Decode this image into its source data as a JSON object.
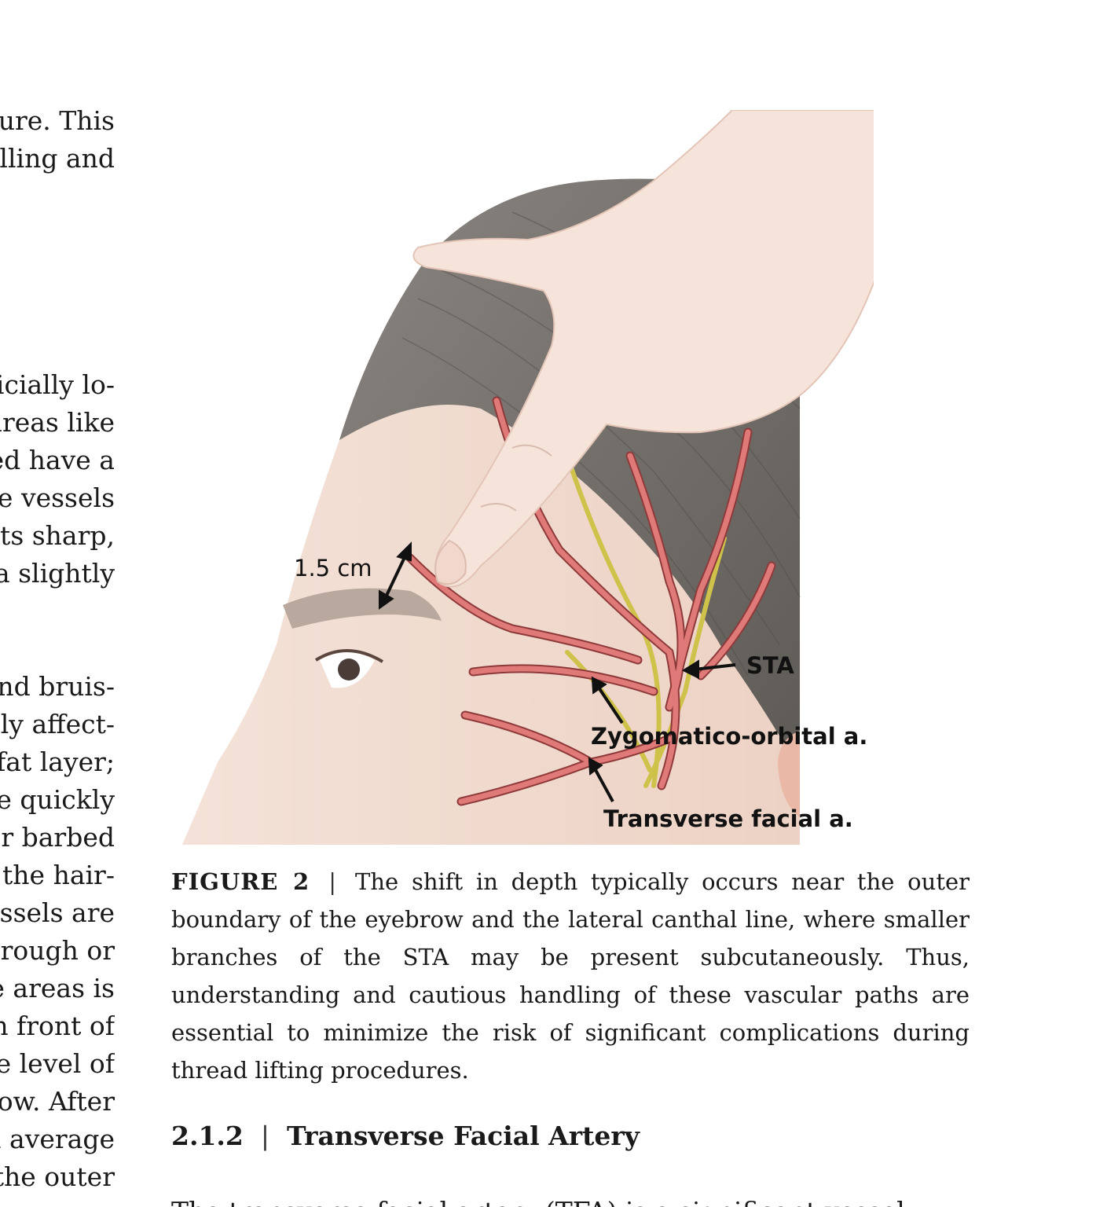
{
  "left_column": [
    "ure. This",
    "lling and",
    "icially lo-",
    "areas like",
    "ed have a",
    "se vessels",
    "rts sharp,",
    "a slightly",
    "nd bruis-",
    "ily affect-",
    "fat layer;",
    "e quickly",
    "er barbed",
    "r the hair-",
    "essels are",
    "rough or",
    "e areas is",
    "n front of",
    "e level of",
    "ow. After",
    "n average",
    "the outer"
  ],
  "figure": {
    "labels": {
      "distance": "1.5 cm",
      "sta": "STA",
      "zygomatico": "Zygomatico-orbital a.",
      "transverse": "Transverse facial a."
    },
    "colors": {
      "artery": "#e07a78",
      "artery_outline": "#8e3a3a",
      "nerve": "#e8e060",
      "hair": "#6e6a66",
      "skin": "#f2ddd2",
      "hand": "#f6e3da"
    }
  },
  "caption": {
    "label": "FIGURE 2",
    "separator": "|",
    "text": "The shift in depth typically occurs near the outer boundary of the eyebrow and the lateral canthal line, where smaller branches of the STA may be present subcutaneously. Thus, understanding and cautious handling of these vascular paths are essential to minimize the risk of significant complications during thread lifting procedures."
  },
  "section": {
    "number": "2.1.2",
    "separator": "|",
    "title": "Transverse Facial Artery"
  },
  "bottom_partial": "The transverse facial artery (TFA) is a significant vessel"
}
